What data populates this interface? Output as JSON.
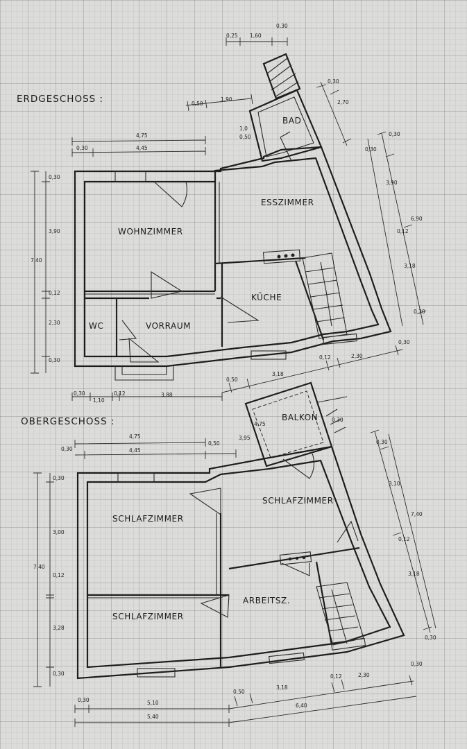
{
  "floors": {
    "ground": {
      "title": "ERDGESCHOSS :",
      "rooms": {
        "bad": "BAD",
        "esszimmer": "ESSZIMMER",
        "wohnzimmer": "WOHNZIMMER",
        "kueche": "KÜCHE",
        "wc": "WC",
        "vorraum": "VORRAUM"
      },
      "dims": {
        "top_a": "0,25",
        "top_b": "1,60",
        "top_c": "0,30",
        "bad_w1": "0,50",
        "bad_w2": "1,90",
        "bad_h1": "0,30",
        "bad_h2": "2,70",
        "inner1": "1,0",
        "inner2": "0,50",
        "w_outer": "4,75",
        "w_wall": "0,30",
        "w_inner": "4,45",
        "left_top": "0,30",
        "left_mid": "3,90",
        "left_total": "7,40",
        "left_wall": "0,12",
        "left_low": "2,30",
        "left_bot": "0,30",
        "right_top": "0,30",
        "right_mid": "0,30",
        "right_a": "3,90",
        "right_total": "6,90",
        "right_wall": "0,12",
        "right_b": "3,18",
        "right_bot": "0,30",
        "bot_a": "0,30",
        "bot_b": "1,10",
        "bot_c": "0,12",
        "bot_d": "3,88",
        "bot_e": "0,50",
        "bot_f": "3,18",
        "bot_g": "0,12",
        "bot_h": "2,30",
        "bot_i": "0,30"
      }
    },
    "upper": {
      "title": "OBERGESCHOSS :",
      "rooms": {
        "balkon": "BALKON",
        "schlafzimmer_right": "SCHLAFZIMMER",
        "schlafzimmer_left_top": "SCHLAFZIMMER",
        "schlafzimmer_left_bottom": "SCHLAFZIMMER",
        "arbeitsz": "ARBEITSZ."
      },
      "dims": {
        "bal_a": "4,75",
        "bal_b": "0,30",
        "bal_c": "3,95",
        "w_outer": "4,75",
        "w_wall": "0,30",
        "w_inner": "4,45",
        "w_mid": "0,50",
        "left_top": "0,30",
        "left_mid": "3,00",
        "left_total": "7,40",
        "left_wall": "0,12",
        "left_low": "3,28",
        "left_bot": "0,30",
        "right_top": "0,30",
        "right_a": "3,10",
        "right_total": "7,40",
        "right_wall": "0,12",
        "right_b": "3,18",
        "right_bot": "0,30",
        "bot_a": "0,30",
        "bot_b": "5,10",
        "bot_c": "5,40",
        "bot_d": "0,50",
        "bot_e": "3,18",
        "bot_f": "6,40",
        "bot_g": "0,12",
        "bot_h": "2,30",
        "bot_i": "0,30"
      }
    }
  }
}
